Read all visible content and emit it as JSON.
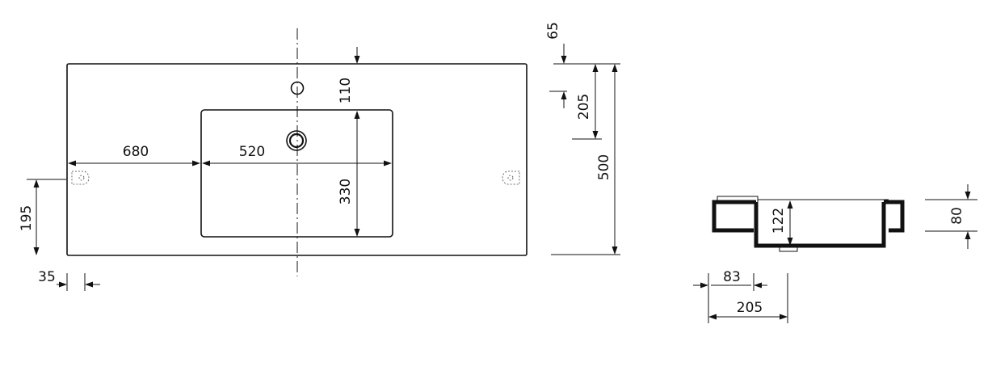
{
  "top_view": {
    "overall_depth": "500",
    "tap_hole_offset": "110",
    "bowl_depth": "330",
    "bowl_width": "520",
    "bowl_left_offset": "680",
    "wall_fixing_height": "195",
    "wall_fixing_offset": "35"
  },
  "side_dims": {
    "top_offset": "65",
    "top_to_bowl": "205",
    "overall_depth": "500"
  },
  "section_view": {
    "bowl_inner_depth": "122",
    "overall_height": "80",
    "front_rim_width": "83",
    "front_to_bowl": "205"
  }
}
